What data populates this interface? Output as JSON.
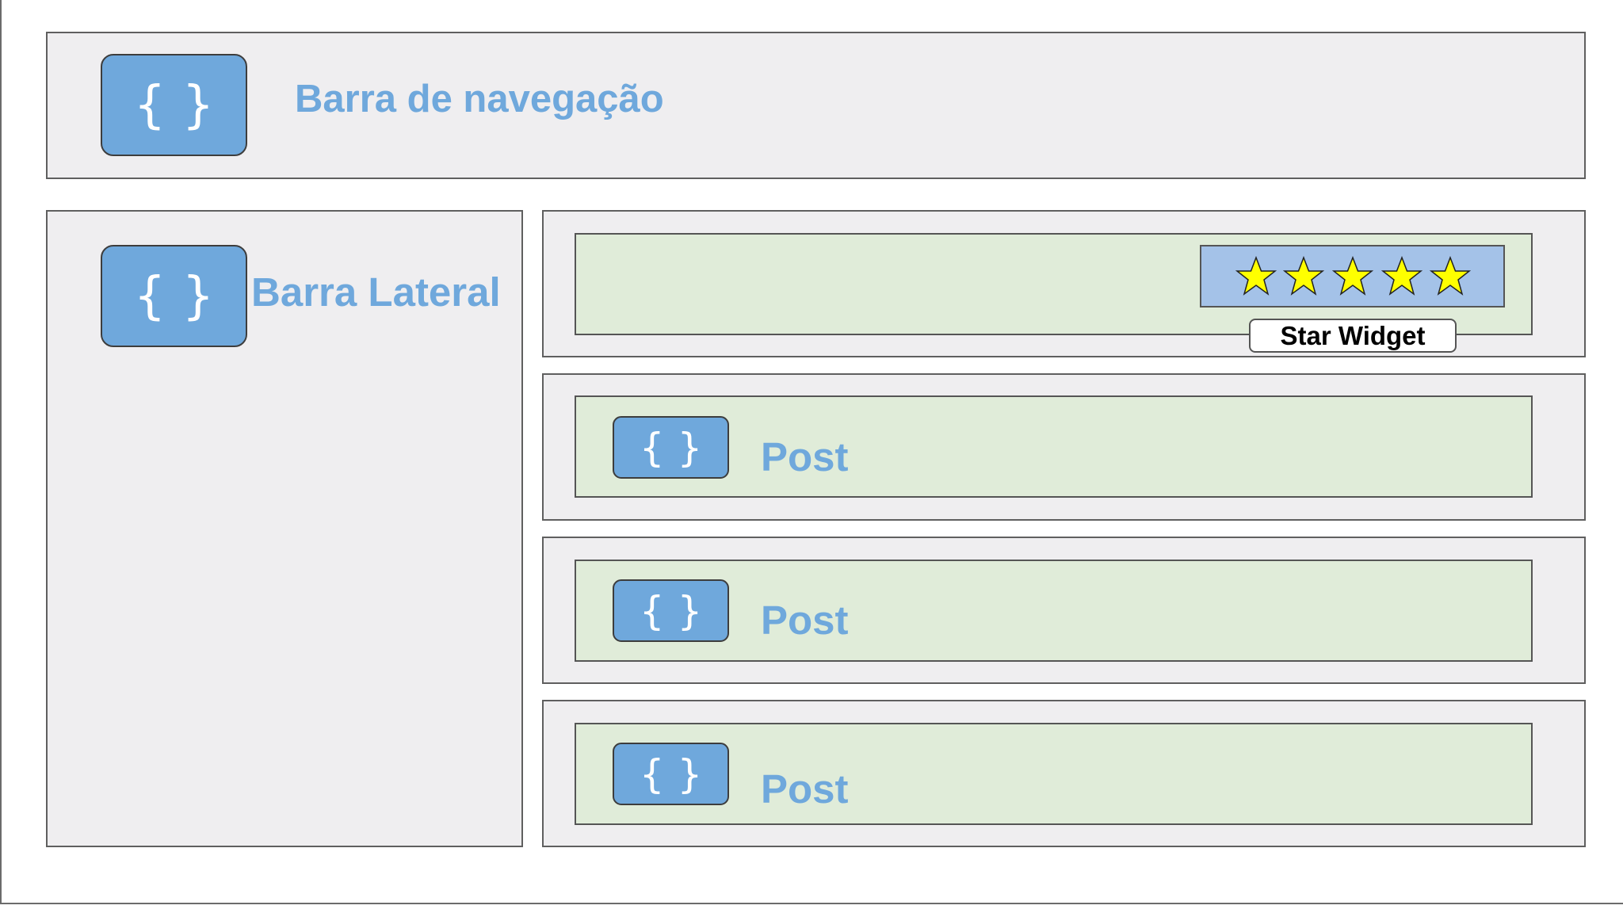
{
  "navbar": {
    "icon_glyph": "{ }",
    "label": "Barra de navegação"
  },
  "sidebar": {
    "icon_glyph": "{ }",
    "label": "Barra Lateral"
  },
  "star_widget": {
    "rating": 5,
    "max": 5,
    "label": "Star Widget"
  },
  "posts": [
    {
      "icon_glyph": "{ }",
      "label": "Post"
    },
    {
      "icon_glyph": "{ }",
      "label": "Post"
    },
    {
      "icon_glyph": "{ }",
      "label": "Post"
    }
  ],
  "colors": {
    "panel_background": "#efeef0",
    "content_background": "#e0ecd9",
    "component_blue": "#6fa8dc",
    "rating_box": "#a4c2e8",
    "star_fill": "#ffff00"
  }
}
